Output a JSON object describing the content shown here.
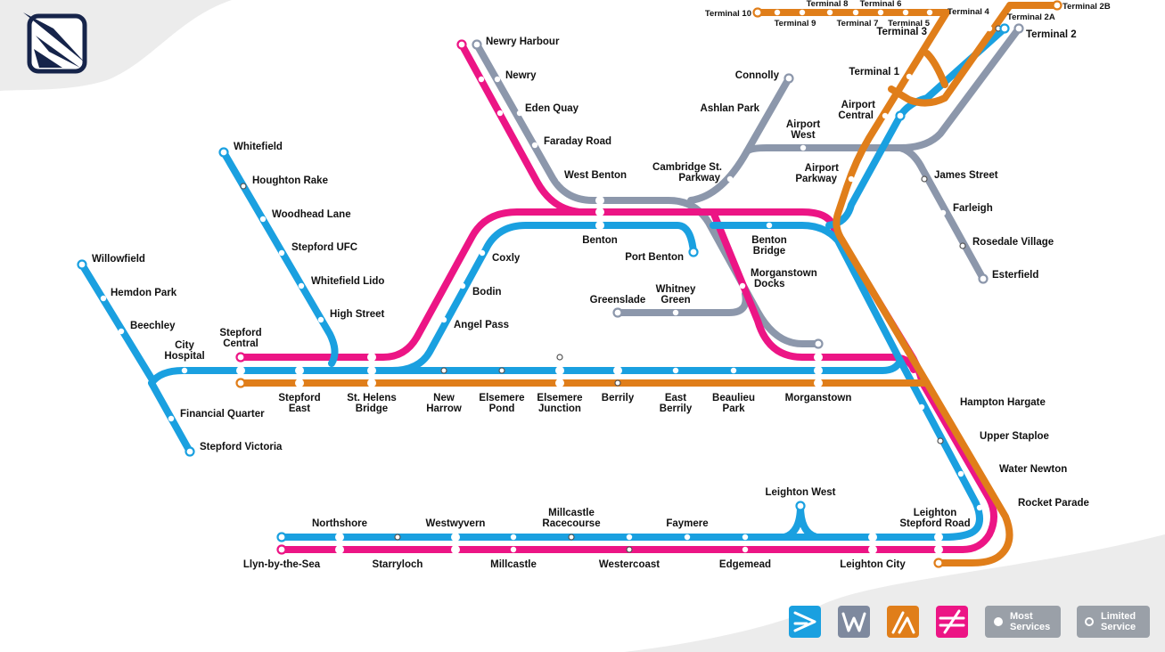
{
  "colors": {
    "blue": "#1aa0e0",
    "pink": "#ec1585",
    "orange": "#e07e1a",
    "grey": "#8c97ab",
    "legend_bg": "#9aa0a8",
    "logo_navy": "#16244a"
  },
  "logo": {
    "icon": "operator-logo-icon"
  },
  "stations": {
    "newry_harbour": "Newry Harbour",
    "newry": "Newry",
    "eden_quay": "Eden Quay",
    "faraday_road": "Faraday Road",
    "west_benton": "West Benton",
    "benton": "Benton",
    "port_benton": "Port Benton",
    "benton_bridge": [
      "Benton",
      "Bridge"
    ],
    "morganstown_docks": [
      "Morganstown",
      "Docks"
    ],
    "whitney_green": [
      "Whitney",
      "Green"
    ],
    "greenslade": "Greenslade",
    "cambridge_st_parkway": [
      "Cambridge St.",
      "Parkway"
    ],
    "ashlan_park": "Ashlan Park",
    "connolly": "Connolly",
    "airport_west": [
      "Airport",
      "West"
    ],
    "airport_parkway": [
      "Airport",
      "Parkway"
    ],
    "airport_central": [
      "Airport",
      "Central"
    ],
    "terminal_1": "Terminal 1",
    "terminal_2": "Terminal 2",
    "terminal_2a": "Terminal 2A",
    "terminal_2b": "Terminal 2B",
    "terminal_3": "Terminal 3",
    "terminal_4": "Terminal 4",
    "terminal_5": "Terminal 5",
    "terminal_6": "Terminal 6",
    "terminal_7": "Terminal 7",
    "terminal_8": "Terminal 8",
    "terminal_9": "Terminal 9",
    "terminal_10": "Terminal 10",
    "james_street": "James Street",
    "farleigh": "Farleigh",
    "rosedale_village": "Rosedale Village",
    "esterfield": "Esterfield",
    "whitefield": "Whitefield",
    "houghton_rake": "Houghton Rake",
    "woodhead_lane": "Woodhead Lane",
    "stepford_ufc": "Stepford UFC",
    "whitefield_lido": "Whitefield Lido",
    "high_street": "High Street",
    "coxly": "Coxly",
    "bodin": "Bodin",
    "angel_pass": "Angel Pass",
    "willowfield": "Willowfield",
    "hemdon_park": "Hemdon Park",
    "beechley": "Beechley",
    "city_hospital": [
      "City",
      "Hospital"
    ],
    "stepford_central": [
      "Stepford",
      "Central"
    ],
    "financial_quarter": "Financial Quarter",
    "stepford_victoria": "Stepford Victoria",
    "stepford_east": [
      "Stepford",
      "East"
    ],
    "st_helens_bridge": [
      "St. Helens",
      "Bridge"
    ],
    "new_harrow": [
      "New",
      "Harrow"
    ],
    "elsemere_pond": [
      "Elsemere",
      "Pond"
    ],
    "elsemere_junction": [
      "Elsemere",
      "Junction"
    ],
    "berrily": "Berrily",
    "east_berrily": [
      "East",
      "Berrily"
    ],
    "beaulieu_park": [
      "Beaulieu",
      "Park"
    ],
    "morganstown": "Morganstown",
    "hampton_hargate": "Hampton Hargate",
    "upper_staploe": "Upper Staploe",
    "water_newton": "Water Newton",
    "rocket_parade": "Rocket Parade",
    "leighton_west": "Leighton West",
    "leighton_stepford_road": [
      "Leighton",
      "Stepford Road"
    ],
    "leighton_city": "Leighton City",
    "northshore": "Northshore",
    "westwyvern": "Westwyvern",
    "millcastle_racecourse": [
      "Millcastle",
      "Racecourse"
    ],
    "faymere": "Faymere",
    "llyn_by_the_sea": "Llyn-by-the-Sea",
    "starryloch": "Starryloch",
    "millcastle": "Millcastle",
    "westercoast": "Westercoast",
    "edgemead": "Edgemead"
  },
  "legend": {
    "operators": [
      {
        "icon": "blue-chevron-icon",
        "color": "#1aa0e0"
      },
      {
        "icon": "w-letter-icon",
        "color": "#7e899e"
      },
      {
        "icon": "airport-slash-icon",
        "color": "#e07e1a"
      },
      {
        "icon": "pink-crossing-icon",
        "color": "#ec1585"
      }
    ],
    "most_services": [
      "Most",
      "Services"
    ],
    "limited_service": [
      "Limited",
      "Service"
    ]
  }
}
